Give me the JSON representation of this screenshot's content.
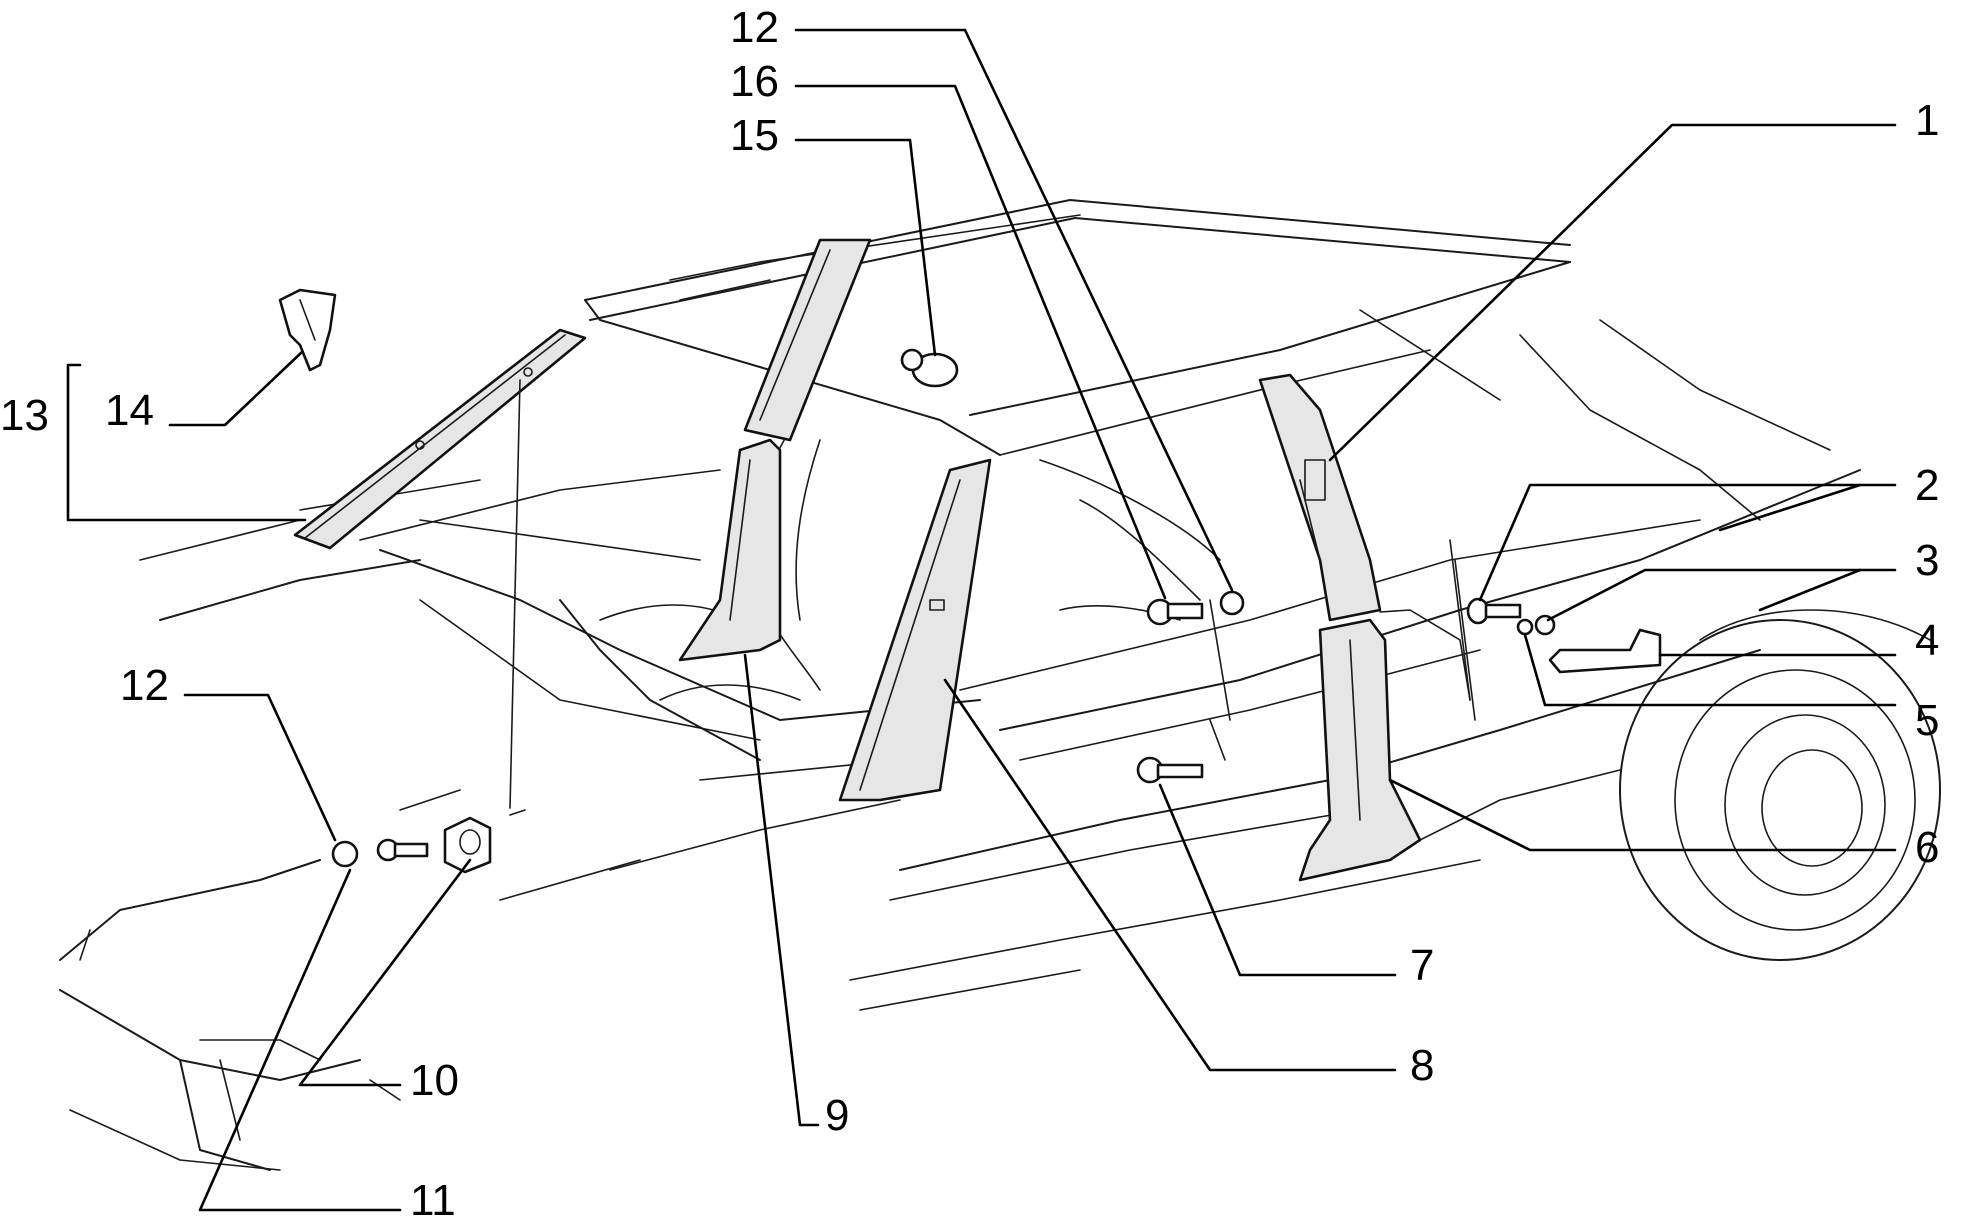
{
  "diagram": {
    "callouts": {
      "c1": "1",
      "c2": "2",
      "c3": "3",
      "c4": "4",
      "c5": "5",
      "c6": "6",
      "c7": "7",
      "c8": "8",
      "c9": "9",
      "c10": "10",
      "c11": "11",
      "c12_top": "12",
      "c12_left": "12",
      "c13": "13",
      "c14": "14",
      "c15": "15",
      "c16": "16"
    }
  }
}
